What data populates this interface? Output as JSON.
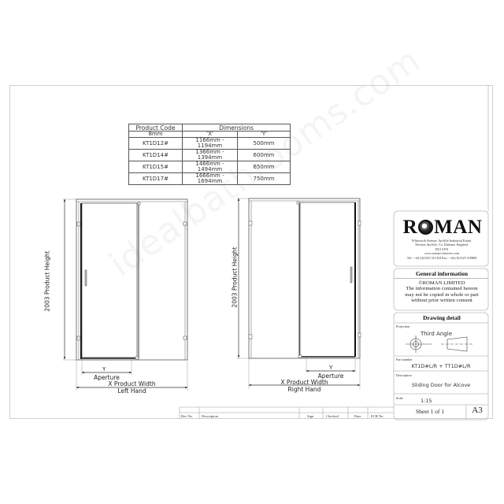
{
  "product_table": {
    "header": {
      "code": "Product Code",
      "dimensions": "Dimensions"
    },
    "subheader": {
      "code": "8mm",
      "x": "'X'",
      "y": "'Y'"
    },
    "rows": [
      {
        "code": "KT1D12#",
        "x": "1166mm - 1194mm",
        "y": "500mm"
      },
      {
        "code": "KT1D14#",
        "x": "1366mm - 1394mm",
        "y": "600mm"
      },
      {
        "code": "KT1D15#",
        "x": "1466mm - 1494mm",
        "y": "650mm"
      },
      {
        "code": "KT1D17#",
        "x": "1666mm - 1694mm",
        "y": "750mm"
      }
    ]
  },
  "left_drawing": {
    "height_label": "2003 Product Height",
    "aperture_dim": "Y",
    "aperture_label": "Aperture",
    "width_label": "X Product Width",
    "hand_label": "Left Hand"
  },
  "right_drawing": {
    "height_label": "2003 Product Height",
    "aperture_dim": "Y",
    "aperture_label": "Aperture",
    "width_label": "X Product Width",
    "hand_label": "Right Hand"
  },
  "title_block": {
    "logo_text_left": "R",
    "logo_text_right": "MAN",
    "address_lines": [
      "Whitworth Avenue, Aycliffe Industrial Estate,",
      "Newton Aycliffe, Co. Durham. England.",
      "DL5 6YN",
      "www.roman-showers.com",
      "Tel:- +44 (0)1325 311318    Fax:- +44 (0)1325 319889"
    ],
    "general_info_title": "General information",
    "general_info_lines": [
      "©ROMAN LIMITED",
      "The information contained hereon",
      "may not be copied in whole or part",
      "without prior written consent"
    ],
    "drawing_detail_title": "Drawing detail",
    "projection_label": "Projection",
    "projection_value": "Third Angle",
    "part_number_label": "Part number",
    "part_number_value": "KT1D#L/R + TT1D#L/R",
    "description_label": "Description",
    "description_value": "Sliding Door for Alcove",
    "scale_label": "Scale",
    "scale_value": "1:15",
    "sheet_value": "Sheet 1 of 1",
    "paper_size": "A3"
  },
  "revision_table": {
    "columns": [
      "Rev No.",
      "Description",
      "Sign",
      "Checked",
      "Date",
      "ECR No."
    ]
  },
  "watermark": "idealbathrooms.com"
}
